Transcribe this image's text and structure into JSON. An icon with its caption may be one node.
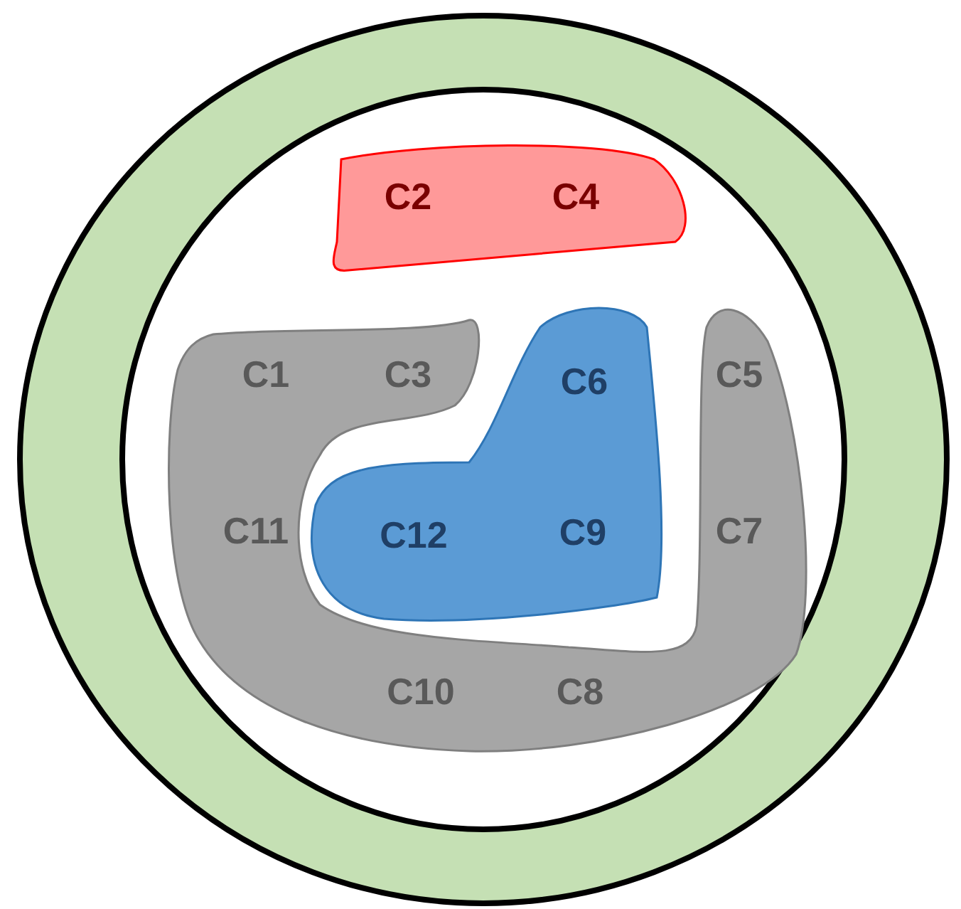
{
  "diagram": {
    "nodes": [
      {
        "text": [],
        "shape": "circle"
      },
      {
        "text": [
          "C2",
          "C4"
        ],
        "in": 0
      },
      {
        "text": [
          "C1",
          "C3",
          "C5",
          "C11",
          "C7",
          "C10",
          "C8"
        ],
        "in": 0
      },
      {
        "text": [
          "C6",
          "C12",
          "C9"
        ],
        "in": 0
      }
    ]
  }
}
